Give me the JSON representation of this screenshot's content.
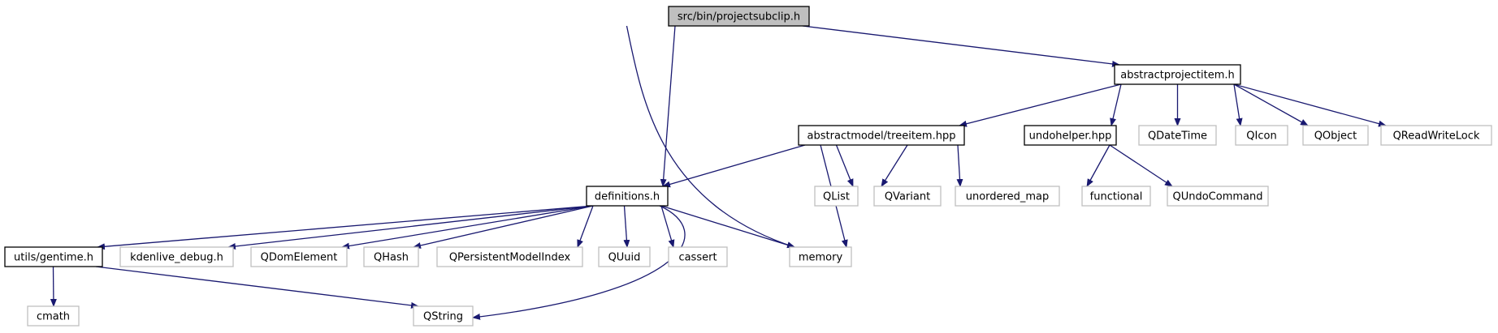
{
  "colors": {
    "edge": "#191970",
    "node_border_documented": "#000000",
    "node_border_external": "#bfbfbf",
    "root_fill": "#bfbfbf",
    "node_fill": "#ffffff"
  },
  "nodes": {
    "root": {
      "label": "src/bin/projectsubclip.h",
      "style": "root"
    },
    "abstractprojectitem": {
      "label": "abstractprojectitem.h",
      "style": "documented"
    },
    "treeitem": {
      "label": "abstractmodel/treeitem.hpp",
      "style": "documented"
    },
    "undohelper": {
      "label": "undohelper.hpp",
      "style": "documented"
    },
    "qdatetime": {
      "label": "QDateTime",
      "style": "external"
    },
    "qicon": {
      "label": "QIcon",
      "style": "external"
    },
    "qobject": {
      "label": "QObject",
      "style": "external"
    },
    "qreadwritelock": {
      "label": "QReadWriteLock",
      "style": "external"
    },
    "definitions": {
      "label": "definitions.h",
      "style": "documented"
    },
    "qlist": {
      "label": "QList",
      "style": "external"
    },
    "qvariant": {
      "label": "QVariant",
      "style": "external"
    },
    "unordered_map": {
      "label": "unordered_map",
      "style": "external"
    },
    "functional": {
      "label": "functional",
      "style": "external"
    },
    "qundocommand": {
      "label": "QUndoCommand",
      "style": "external"
    },
    "gentime": {
      "label": "utils/gentime.h",
      "style": "documented"
    },
    "kdenlive_debug": {
      "label": "kdenlive_debug.h",
      "style": "external"
    },
    "qdomelement": {
      "label": "QDomElement",
      "style": "external"
    },
    "qhash": {
      "label": "QHash",
      "style": "external"
    },
    "qpersistentmodelindex": {
      "label": "QPersistentModelIndex",
      "style": "external"
    },
    "quuid": {
      "label": "QUuid",
      "style": "external"
    },
    "cassert": {
      "label": "cassert",
      "style": "external"
    },
    "memory": {
      "label": "memory",
      "style": "external"
    },
    "cmath": {
      "label": "cmath",
      "style": "external"
    },
    "qstring": {
      "label": "QString",
      "style": "external"
    }
  },
  "edges": [
    [
      "root",
      "definitions"
    ],
    [
      "root",
      "memory"
    ],
    [
      "root",
      "abstractprojectitem"
    ],
    [
      "abstractprojectitem",
      "treeitem"
    ],
    [
      "abstractprojectitem",
      "undohelper"
    ],
    [
      "abstractprojectitem",
      "qdatetime"
    ],
    [
      "abstractprojectitem",
      "qicon"
    ],
    [
      "abstractprojectitem",
      "qobject"
    ],
    [
      "abstractprojectitem",
      "qreadwritelock"
    ],
    [
      "treeitem",
      "definitions"
    ],
    [
      "treeitem",
      "memory"
    ],
    [
      "treeitem",
      "qlist"
    ],
    [
      "treeitem",
      "qvariant"
    ],
    [
      "treeitem",
      "unordered_map"
    ],
    [
      "undohelper",
      "functional"
    ],
    [
      "undohelper",
      "qundocommand"
    ],
    [
      "definitions",
      "gentime"
    ],
    [
      "definitions",
      "kdenlive_debug"
    ],
    [
      "definitions",
      "qdomelement"
    ],
    [
      "definitions",
      "qhash"
    ],
    [
      "definitions",
      "qpersistentmodelindex"
    ],
    [
      "definitions",
      "quuid"
    ],
    [
      "definitions",
      "cassert"
    ],
    [
      "definitions",
      "memory"
    ],
    [
      "definitions",
      "qstring"
    ],
    [
      "gentime",
      "cmath"
    ],
    [
      "gentime",
      "qstring"
    ]
  ]
}
